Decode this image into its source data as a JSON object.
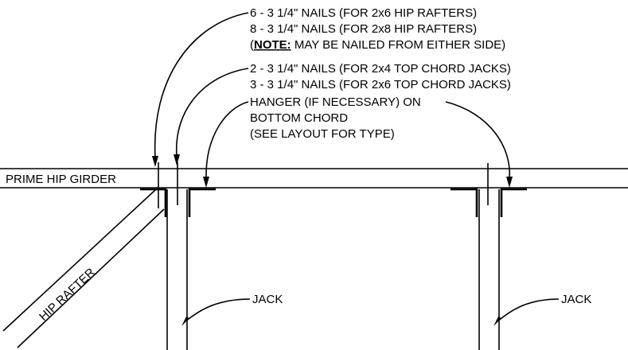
{
  "notes": {
    "nails_hip": {
      "line1": "6 - 3 1/4\" NAILS (FOR 2x6 HIP RAFTERS)",
      "line2": "8 - 3 1/4\" NAILS (FOR 2x8 HIP RAFTERS)",
      "note_open": "(",
      "note_key": "NOTE:",
      "note_text": " MAY BE NAILED FROM EITHER SIDE)"
    },
    "nails_jack": {
      "line1": "2 - 3 1/4\" NAILS (FOR 2x4 TOP CHORD JACKS)",
      "line2": "3 - 3 1/4\" NAILS (FOR 2x6 TOP CHORD JACKS)"
    },
    "hanger": {
      "line1": "HANGER (IF NECESSARY) ON",
      "line2": "BOTTOM CHORD",
      "line3": "(SEE LAYOUT FOR TYPE)"
    }
  },
  "labels": {
    "girder": "PRIME HIP GIRDER",
    "hip_rafter": "HIP RAFTER",
    "jack_left": "JACK",
    "jack_right": "JACK"
  }
}
